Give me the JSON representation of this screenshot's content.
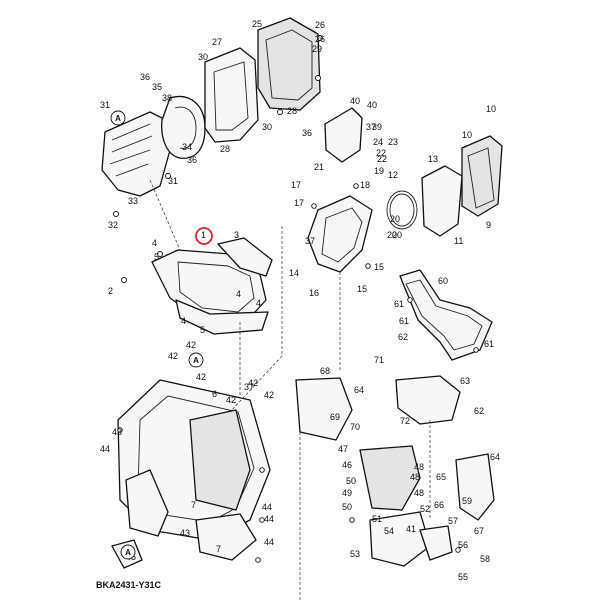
{
  "diagram": {
    "code": "BKA2431-Y31C",
    "highlighted_part": "1",
    "ref_marks": [
      "A",
      "A",
      "A"
    ],
    "callouts": [
      "25",
      "26",
      "27",
      "29",
      "30",
      "36",
      "35",
      "38",
      "31",
      "34",
      "28",
      "36",
      "33",
      "31",
      "32",
      "26",
      "28",
      "30",
      "40",
      "40",
      "37",
      "39",
      "36",
      "24",
      "23",
      "22",
      "21",
      "22",
      "19",
      "17",
      "17",
      "18",
      "20",
      "37",
      "15",
      "14",
      "16",
      "15",
      "12",
      "13",
      "10",
      "10",
      "11",
      "9",
      "20",
      "20",
      "1",
      "3",
      "2",
      "4",
      "5",
      "4",
      "4",
      "4",
      "5",
      "42",
      "42",
      "42",
      "42",
      "6",
      "42",
      "37",
      "42",
      "43",
      "43",
      "44",
      "7",
      "44",
      "44",
      "44",
      "45",
      "7",
      "60",
      "61",
      "61",
      "61",
      "62",
      "62",
      "71",
      "63",
      "64",
      "69",
      "68",
      "70",
      "72",
      "47",
      "46",
      "48",
      "48",
      "48",
      "50",
      "51",
      "49",
      "52",
      "53",
      "54",
      "55",
      "56",
      "57",
      "58",
      "59",
      "64",
      "65",
      "66",
      "67",
      "50",
      "41"
    ]
  }
}
